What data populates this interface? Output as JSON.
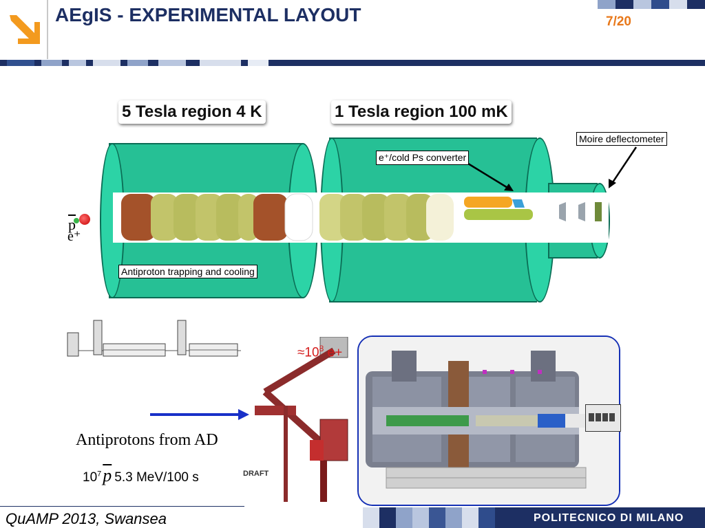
{
  "header": {
    "title": "AEgIS - EXPERIMENTAL LAYOUT",
    "page_number": "7/20",
    "logo_icon": "orange-arrow-down-right-icon"
  },
  "diagram": {
    "region_5T": "5 Tesla region 4 K",
    "region_1T": "1 Tesla region 100 mK",
    "moire_label": "Moire deflectometer",
    "converter_label": "e⁺/cold Ps converter",
    "trapping_label": "Antiproton trapping and cooling",
    "pbar_symbol": "p",
    "positron_symbol": "e⁺",
    "colors": {
      "magnet": "#26c095",
      "electrode_brown": "#a4522a",
      "electrode_olive": "#c2c46a"
    }
  },
  "apparatus": {
    "ad_label": "Antiprotons from AD",
    "pbar_flux_prefix": "10",
    "pbar_flux_exp": "7",
    "pbar_flux_suffix": "5.3 MeV/100 s",
    "positron_flux_prefix": "≈10",
    "positron_flux_exp": "8",
    "positron_flux_suffix": " e+",
    "draft_text": "DRAFT"
  },
  "footer": {
    "conference": "QuAMP 2013, Swansea",
    "institution": "POLITECNICO DI MILANO"
  }
}
